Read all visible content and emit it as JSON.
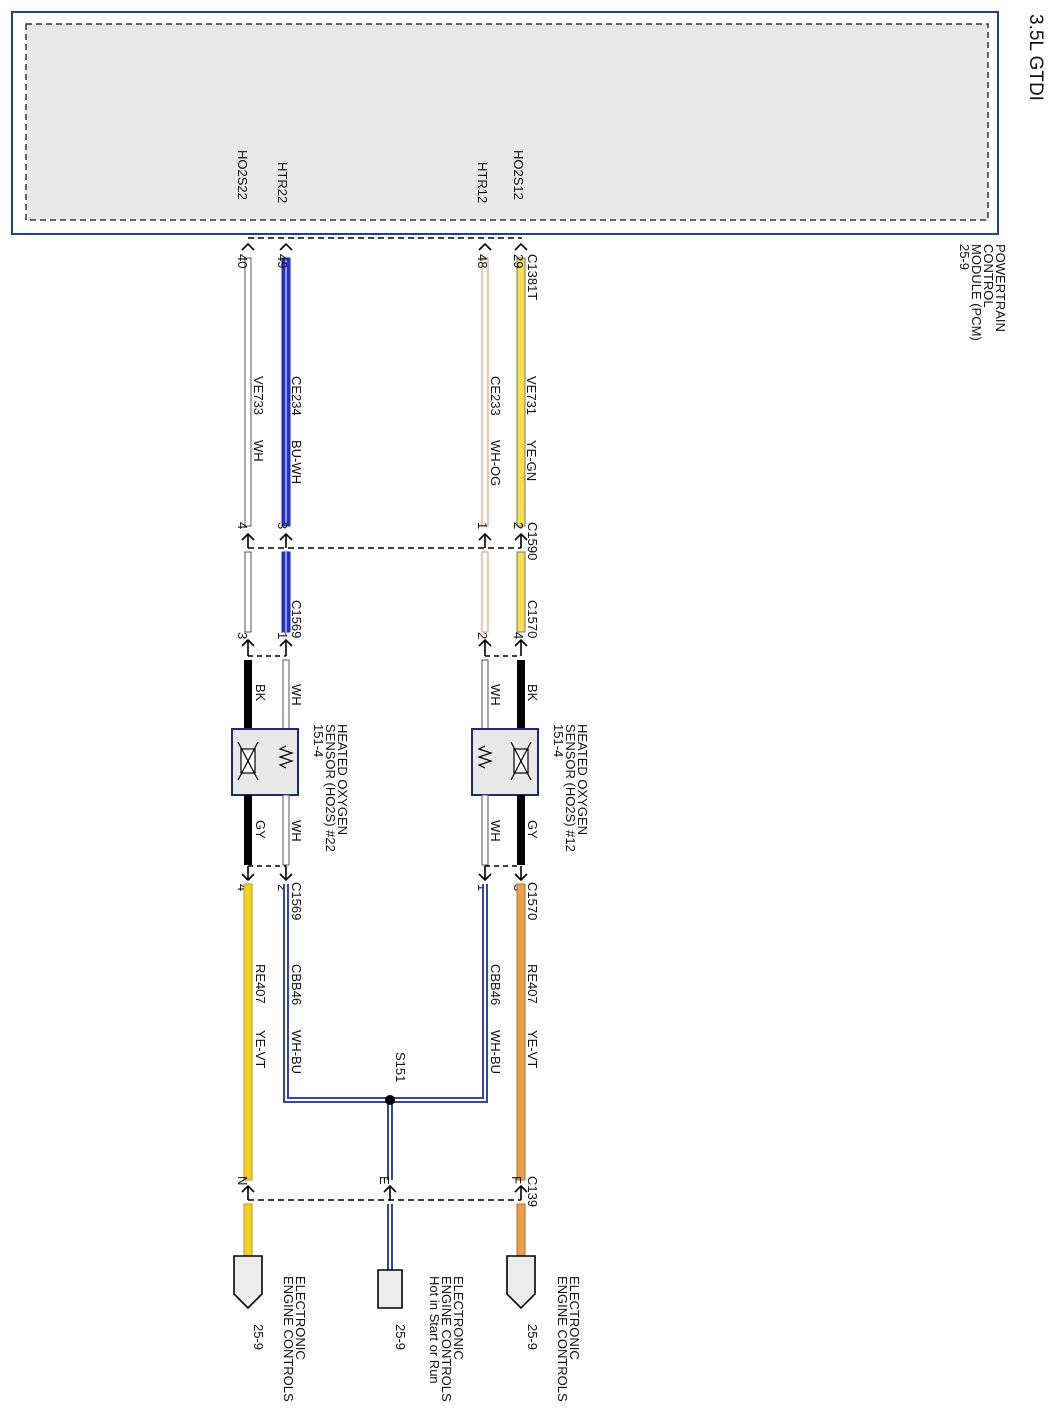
{
  "title": "3.5L GTDI",
  "pcm": {
    "name_lines": [
      "POWERTRAIN",
      "CONTROL",
      "MODULE (PCM)",
      "25-9"
    ],
    "pins": {
      "ho2s22": "HO2S22",
      "htr22": "HTR22",
      "htr12": "HTR12",
      "ho2s12": "HO2S12"
    },
    "connector": "C1381T"
  },
  "colors": {
    "module_border": "#1f3f9f",
    "wire_blue": "#2233cc",
    "wire_yellow": "#f2e14a",
    "wire_orange": "#e8a04a",
    "wire_lightorange": "#f0b89a",
    "wire_black": "#000000"
  },
  "circuits": {
    "w1": {
      "pin_top": "40",
      "circuit": "VE733",
      "color": "WH",
      "pin_mid": "4",
      "pin_lower": "3"
    },
    "w2": {
      "pin_top": "49",
      "circuit": "CE234",
      "color": "BU-WH",
      "pin_mid": "3",
      "pin_lower": "1"
    },
    "w3": {
      "pin_top": "48",
      "circuit": "CE233",
      "color": "WH-OG",
      "pin_mid": "1",
      "pin_lower": "2"
    },
    "w4": {
      "pin_top": "29",
      "circuit": "VE731",
      "color": "YE-GN",
      "pin_mid": "2",
      "pin_lower": "4"
    }
  },
  "connectors": {
    "c1590": "C1590",
    "c1569_upper": "C1569",
    "c1570_upper": "C1570",
    "c1569_lower": "C1569",
    "c1570_lower": "C1570",
    "c139": "C139",
    "splice": "S151"
  },
  "sensor22": {
    "lines": [
      "HEATED OXYGEN",
      "SENSOR (HO2S) #22",
      "151-4"
    ],
    "wire_left_upper": "BK",
    "wire_right_upper": "WH",
    "wire_left_lower": "GY",
    "wire_right_lower": "WH",
    "pin_left_lower": "4",
    "pin_right_lower": "2"
  },
  "sensor12": {
    "lines": [
      "HEATED OXYGEN",
      "SENSOR (HO2S) #12",
      "151-4"
    ],
    "wire_left_upper": "WH",
    "wire_right_upper": "BK",
    "wire_left_lower": "WH",
    "wire_right_lower": "GY",
    "pin_left_lower": "1",
    "pin_right_lower": "3"
  },
  "lower_circuits": {
    "left": {
      "circuit": "RE407",
      "color": "YE-VT",
      "pin": "N"
    },
    "mid_left": {
      "circuit": "CBB46",
      "color": "WH-BU"
    },
    "mid_right": {
      "circuit": "CBB46",
      "color": "WH-BU"
    },
    "center": {
      "pin": "E"
    },
    "right": {
      "circuit": "RE407",
      "color": "YE-VT",
      "pin": "F"
    }
  },
  "endpoints": {
    "left": {
      "lines": [
        "ELECTRONIC",
        "ENGINE CONTROLS"
      ],
      "ref": "25-9"
    },
    "center": {
      "lines": [
        "ELECTRONIC",
        "ENGINE CONTROLS",
        "Hot in Start or Run"
      ],
      "ref": "25-9"
    },
    "right": {
      "lines": [
        "ELECTRONIC",
        "ENGINE CONTROLS"
      ],
      "ref": "25-9"
    }
  }
}
